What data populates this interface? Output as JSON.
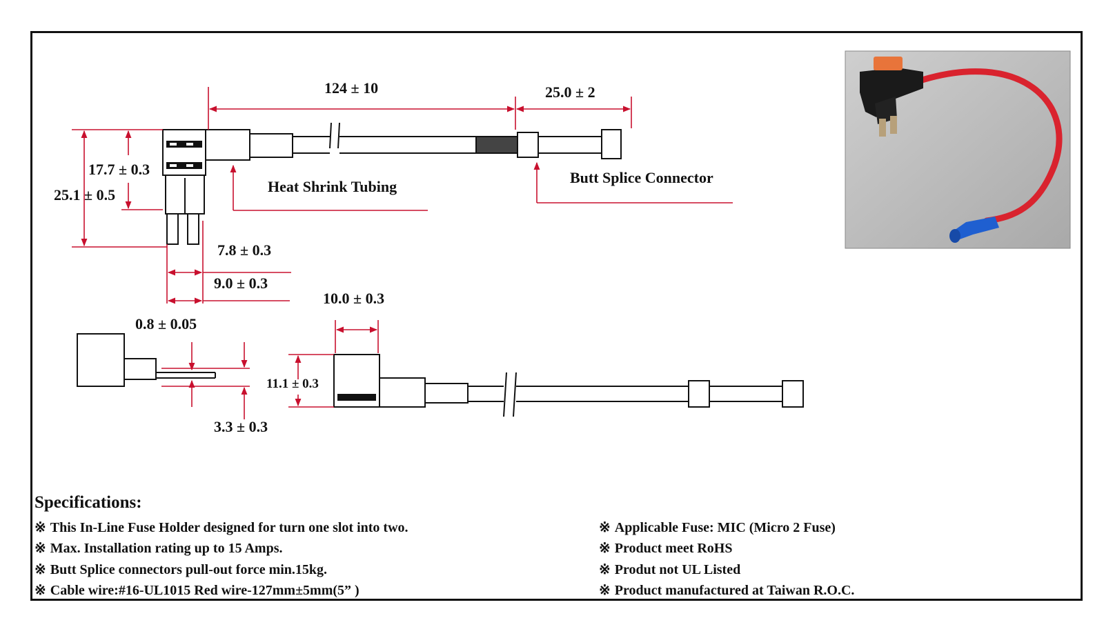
{
  "labels": {
    "heat_shrink": "Heat Shrink Tubing",
    "butt_splice": "Butt Splice Connector"
  },
  "dimensions": {
    "length": "124 ± 10",
    "connector_length": "25.0 ± 2",
    "body_height": "17.7 ± 0.3",
    "total_height": "25.1 ± 0.5",
    "blade_width": "7.8 ± 0.3",
    "blade_span": "9.0 ± 0.3",
    "top_width": "10.0 ± 0.3",
    "blade_thickness": "0.8 ± 0.05",
    "side_height": "11.1 ± 0.3",
    "blade_offset": "3.3 ± 0.3"
  },
  "specs": {
    "title": "Specifications:",
    "left": [
      "This In-Line Fuse Holder designed for turn one slot into two.",
      "Max. Installation rating up to 15 Amps.",
      "Butt Splice connectors pull-out force min.15kg.",
      "Cable wire:#16-UL1015 Red wire-127mm±5mm(5”  )"
    ],
    "right": [
      "Applicable Fuse: MIC (Micro 2 Fuse)",
      "Product meet RoHS",
      "Produt not UL Listed",
      "Product manufactured at Taiwan R.O.C."
    ],
    "bullet": "※"
  },
  "colors": {
    "dimension_line": "#c8102e",
    "outline": "#111111",
    "wire_red": "#d9232e",
    "connector_blue": "#1f5fd0",
    "photo_bg": "#b9b9b9"
  }
}
